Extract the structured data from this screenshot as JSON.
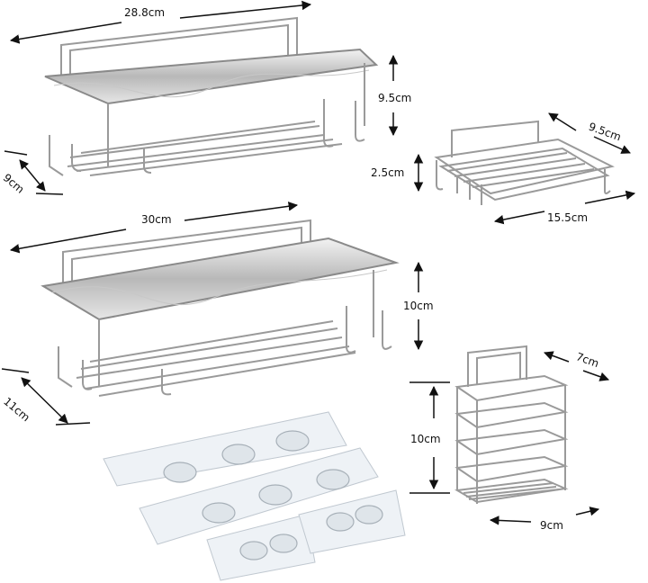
{
  "dimensions": {
    "top_shelf_width": "28.8cm",
    "top_shelf_height": "9.5cm",
    "top_shelf_depth": "9cm",
    "soap_dish_depth": "9.5cm",
    "soap_dish_height": "2.5cm",
    "soap_dish_width": "15.5cm",
    "bottom_shelf_width": "30cm",
    "bottom_shelf_height": "10cm",
    "bottom_shelf_depth": "11cm",
    "holder_depth": "7cm",
    "holder_height": "10cm",
    "holder_width": "9cm"
  },
  "colors": {
    "metal": "#9a9a9a",
    "metal_light": "#d6d6d6",
    "arrow": "#111111",
    "pad": "#eef2f6",
    "hook": "#cfd6dd"
  },
  "items": [
    "shower-caddy-shelf",
    "soap-dish",
    "shower-caddy-shelf",
    "toothbrush-holder",
    "adhesive-pads"
  ]
}
